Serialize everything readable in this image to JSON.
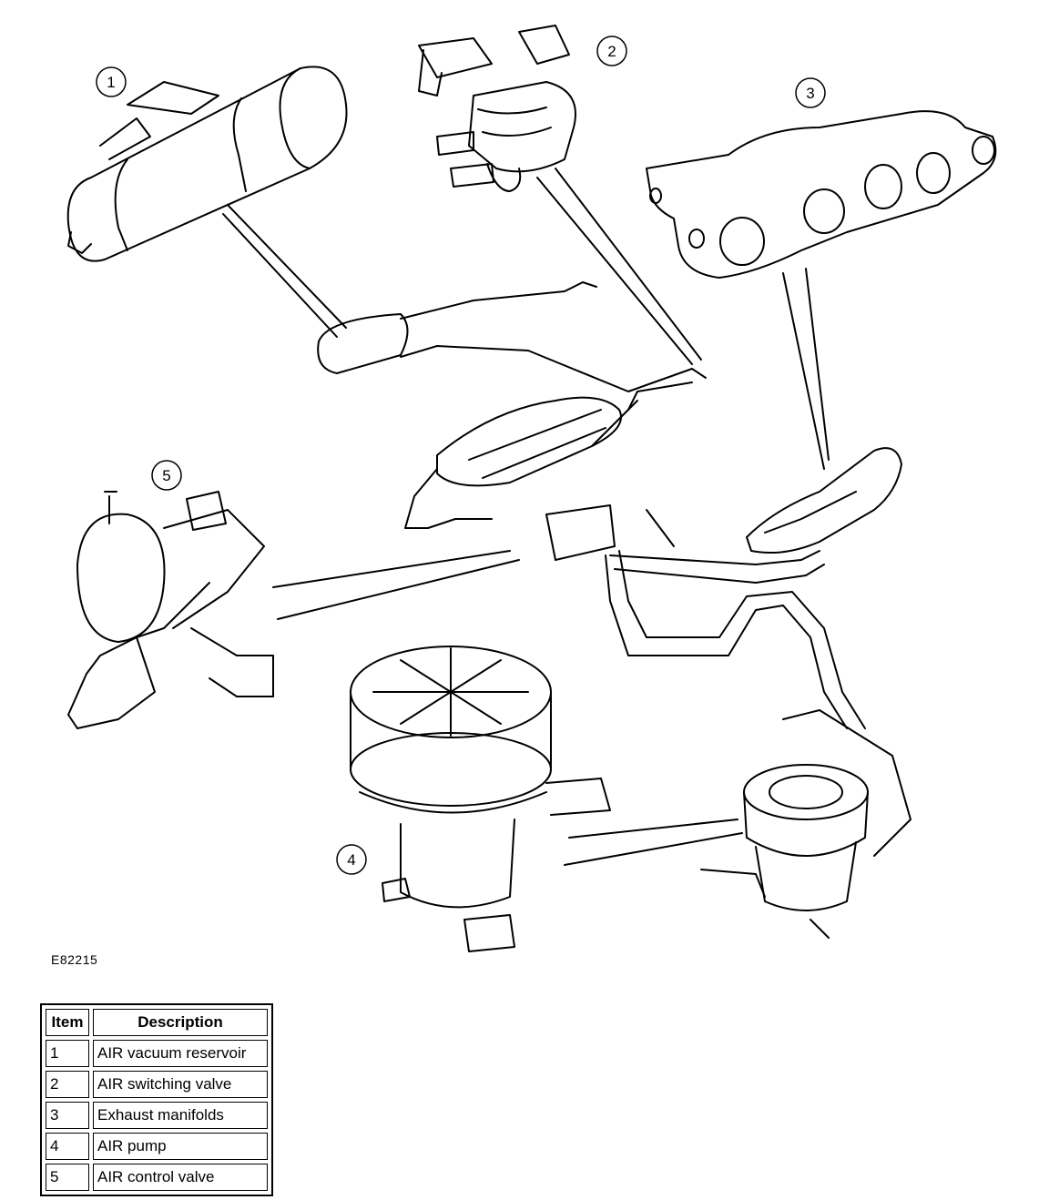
{
  "figure_code": "E82215",
  "callouts": [
    "1",
    "2",
    "3",
    "4",
    "5"
  ],
  "legend": {
    "headers": {
      "item": "Item",
      "description": "Description"
    },
    "rows": [
      {
        "item": "1",
        "description": "AIR vacuum reservoir"
      },
      {
        "item": "2",
        "description": "AIR switching valve"
      },
      {
        "item": "3",
        "description": "Exhaust manifolds"
      },
      {
        "item": "4",
        "description": "AIR pump"
      },
      {
        "item": "5",
        "description": "AIR control valve"
      }
    ]
  },
  "colors": {
    "line": "#000000",
    "background": "#ffffff"
  }
}
